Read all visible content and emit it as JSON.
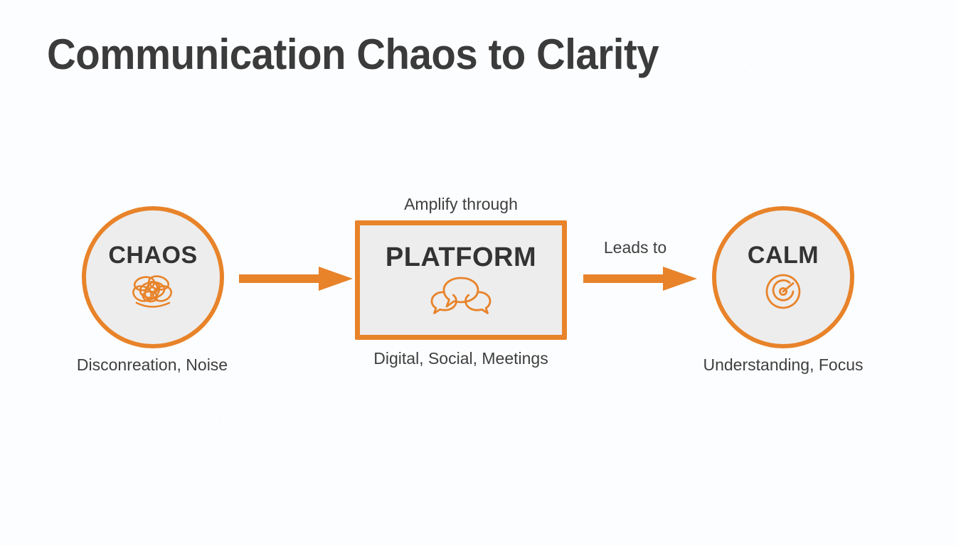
{
  "slide": {
    "title": "Communication Chaos to Clarity",
    "background_color": "#fcfdfe",
    "accent_color": "#e8832a",
    "node_fill_color": "#ededed",
    "text_color": "#3b3b3b"
  },
  "diagram": {
    "type": "flow",
    "nodes": [
      {
        "id": "chaos",
        "shape": "circle",
        "label": "CHAOS",
        "icon": "tangled-scribble-icon",
        "caption": "Disconreation, Noise"
      },
      {
        "id": "platform",
        "shape": "rectangle",
        "label": "PLATFORM",
        "icon": "speech-bubbles-icon",
        "caption": "Digital, Social, Meetings",
        "top_label": "Amplify through"
      },
      {
        "id": "calm",
        "shape": "circle",
        "label": "CALM",
        "icon": "target-radar-icon",
        "caption": "Understanding, Focus"
      }
    ],
    "edges": [
      {
        "id": "edge-1",
        "from": "chaos",
        "to": "platform",
        "label": "",
        "icon": "right-arrow-icon"
      },
      {
        "id": "edge-2",
        "from": "platform",
        "to": "calm",
        "label": "Leads to",
        "icon": "right-arrow-icon"
      }
    ]
  }
}
